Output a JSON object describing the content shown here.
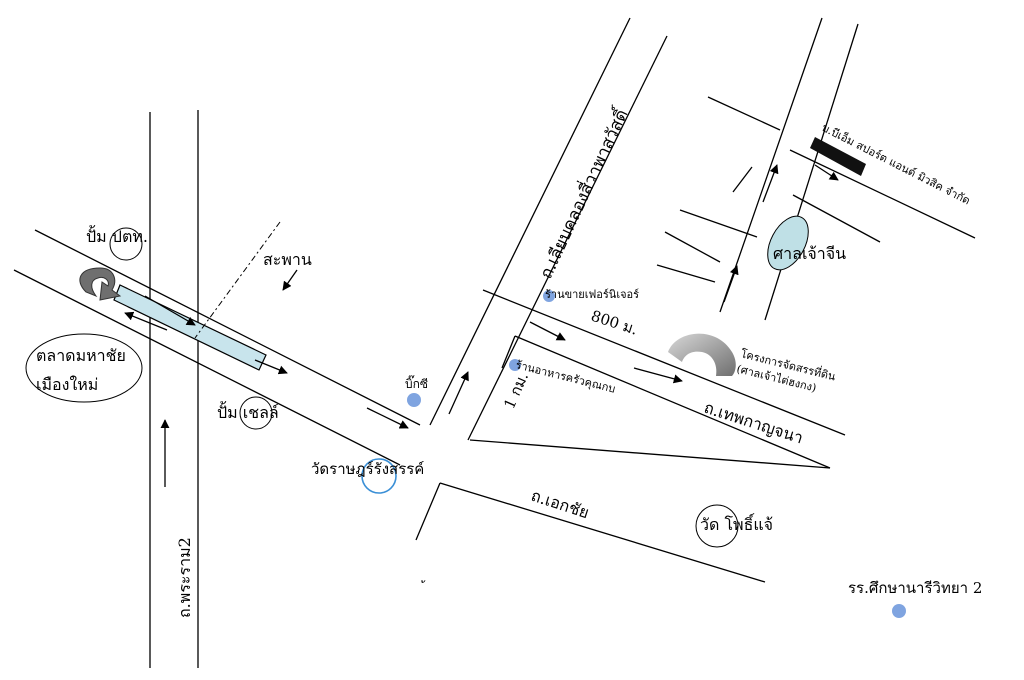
{
  "roads": {
    "phra_ram_2": "ถ.พระราม2",
    "liab_khlong": "ถ.เลียบคลองสี่วาพาสวัสดิ์",
    "thep_kanchana": "ถ.เทพกาญจนา",
    "ekachai": "ถ.เอกชัย"
  },
  "landmarks": {
    "ptt_pump": "ปั้ม ปตท.",
    "bridge": "สะพาน",
    "market": [
      "ตลาดมหาชัย",
      "เมืองใหม่"
    ],
    "shell_pump": "ปั้ม เชลล์",
    "big_c": "บิ๊กซี",
    "wat_rat": "วัดราษฎร์รังสรรค์",
    "furniture_shop": "ร้านขายเฟอร์นิเจอร์",
    "distance_800": "800 ม.",
    "distance_1km": "1 กม.",
    "restaurant": "ร้านอาหารครัวคุณกบ",
    "project": [
      "โครงการจัดสรรที่ดิน",
      "(ศาลเจ้าไต่ฮงกง)"
    ],
    "shrine": "ศาลเจ้าจีน",
    "company": "บ.บีเอ็ม สปอร์ต แอนด์ มิวสิค จำกัด",
    "wat_pho": "วัด โพธิ์แจ้",
    "school": "รร.ศึกษานารีวิทยา 2",
    "small_mark": "้"
  },
  "colors": {
    "dot": "#7fa4e0",
    "bridge_fill": "#c8e4ec",
    "shrine_fill": "#bfe0e6",
    "arc_gray": "#9a9a9a",
    "building": "#111111",
    "wat_circle": "#3a8fd6"
  }
}
